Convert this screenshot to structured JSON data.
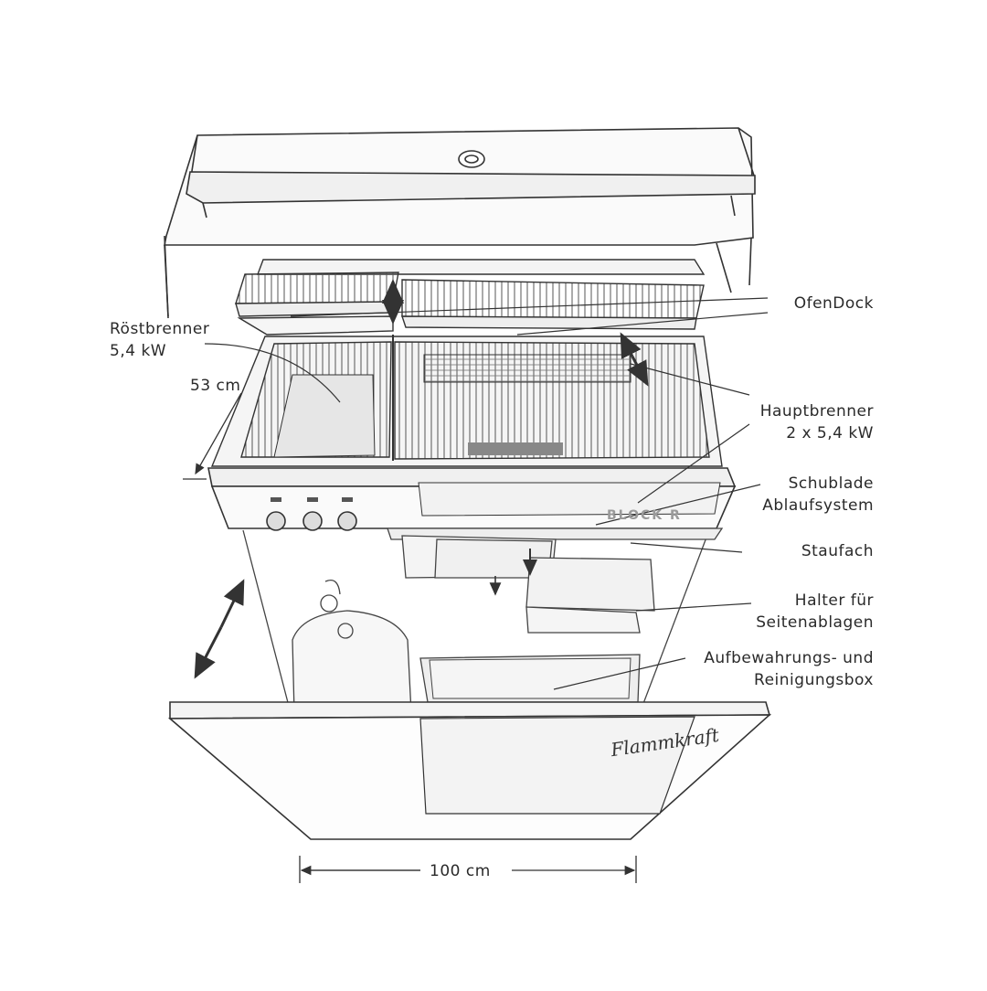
{
  "labels": {
    "roestbrenner": [
      "Röstbrenner",
      "5,4 kW"
    ],
    "ofendock": "OfenDock",
    "hauptbrenner": [
      "Hauptbrenner",
      "2 x 5,4 kW"
    ],
    "schublade": [
      "Schublade",
      "Ablaufsystem"
    ],
    "staufach": "Staufach",
    "halter": [
      "Halter für",
      "Seitenablagen"
    ],
    "box": [
      "Aufbewahrungs- und",
      "Reinigungsbox"
    ]
  },
  "dimensions": {
    "depth": "53 cm",
    "width": "100 cm"
  },
  "brand": {
    "logo": "Flammkraft",
    "panel": "BLOCK R"
  }
}
